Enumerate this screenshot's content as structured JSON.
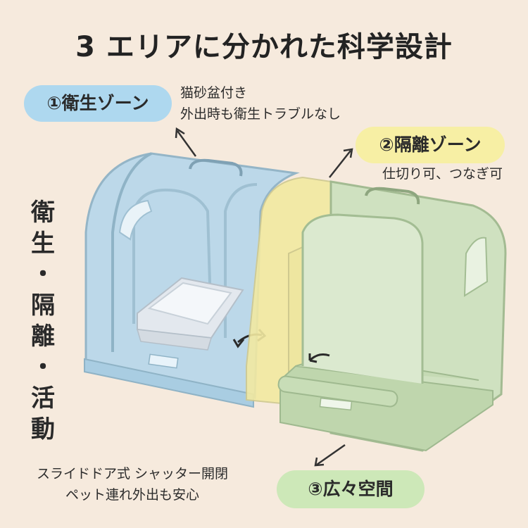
{
  "title": "3 エリアに分かれた科学設計",
  "zones": {
    "hygiene": {
      "label": "①衛生ゾーン",
      "notes": [
        "猫砂盆付き",
        "外出時も衛生トラブルなし"
      ],
      "color": "#aed8ef"
    },
    "isolation": {
      "label": "②隔離ゾーン",
      "notes": [
        "仕切り可、つなぎ可"
      ],
      "color": "#f7efa4"
    },
    "space": {
      "label": "③広々空間",
      "notes": [
        "スライドドア式 シャッター開閉",
        "ペット連れ外出も安心"
      ],
      "color": "#cde8b8"
    }
  },
  "vertical_caption": [
    "衛",
    "生",
    "・",
    "隔",
    "離",
    "・",
    "活",
    "動"
  ],
  "colors": {
    "background": "#f6eadd",
    "blue_tent": "#b7d6e8",
    "yellow_panel": "#f3eaa0",
    "green_tent": "#cfe2c1",
    "frame": "#8fb0c2"
  },
  "icons": [
    "arrow-icon",
    "swap-arrow-icon",
    "handle-icon",
    "litter-box-icon"
  ]
}
